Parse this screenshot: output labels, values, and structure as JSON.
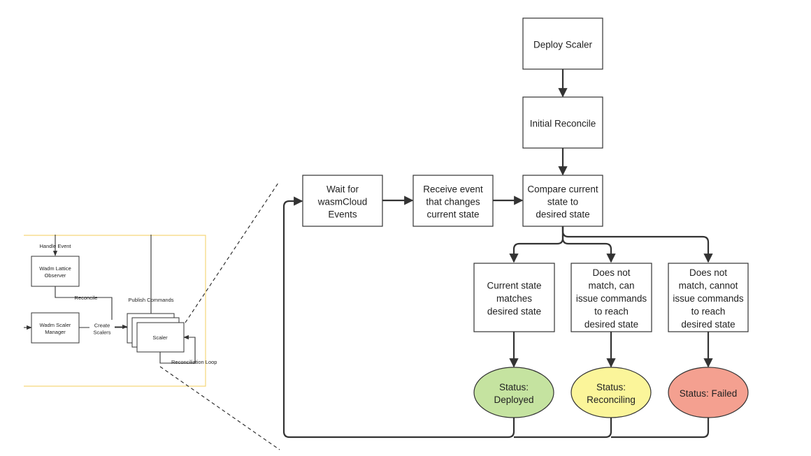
{
  "overview": {
    "frame_color": "#f5d77a",
    "handle_event": "Handle Event",
    "lattice_observer": "Wadm Lattice Observer",
    "reconcile": "Reconcile",
    "publish_commands": "Publish Commands",
    "scaler_manager": "Wadm Scaler Manager",
    "create_scalers": "Create Scalers",
    "scaler": "Scaler",
    "reconciliation_loop": "Reconciliation Loop"
  },
  "flow": {
    "deploy_scaler": "Deploy Scaler",
    "initial_reconcile": "Initial Reconcile",
    "wait_events": "Wait for wasmCloud Events",
    "receive_event": "Receive event that changes current state",
    "compare_state": "Compare current state to desired state",
    "matches": "Current state matches desired state",
    "can_issue": "Does not match, can issue commands to reach desired state",
    "cannot_issue": "Does not match, cannot issue commands to reach desired state"
  },
  "statuses": [
    {
      "label": "Status: Deployed",
      "color": "#c5e3a0"
    },
    {
      "label": "Status: Reconciling",
      "color": "#fbf59a"
    },
    {
      "label": "Status: Failed",
      "color": "#f4a090"
    }
  ]
}
